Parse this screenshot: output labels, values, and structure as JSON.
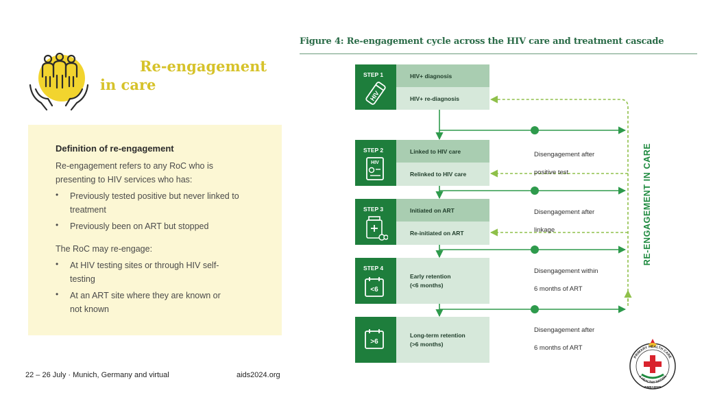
{
  "heading": {
    "line1": "Re-engagement",
    "line2": "in care"
  },
  "definition": {
    "title": "Definition of re-engagement",
    "intro_line1": "Re-engagement refers to any RoC who is",
    "intro_line2": "presenting to HIV services who has:",
    "bullets1": [
      {
        "line1": "Previously tested positive but never linked to",
        "line2": "treatment"
      },
      {
        "line1": "Previously been on ART but stopped",
        "line2": ""
      }
    ],
    "reengage_intro": "The RoC may re-engage:",
    "bullets2": [
      {
        "line1": "At HIV testing sites or through HIV self-",
        "line2": "testing"
      },
      {
        "line1": "At an ART site where they are known or",
        "line2": "not known"
      }
    ],
    "bullet_char": "•"
  },
  "footer": {
    "event": "22 – 26 July · Munich, Germany and virtual",
    "site": "aids2024.org"
  },
  "figure": {
    "title": "Figure 4: Re-engagement cycle across the HIV care and treatment cascade",
    "steps": [
      {
        "label": "STEP 1",
        "top": "HIV+ diagnosis",
        "bottom": "HIV+ re-diagnosis",
        "icon": "hiv-test-kit-icon",
        "icon_text": "HIV"
      },
      {
        "label": "STEP 2",
        "top": "Linked to HIV care",
        "bottom": "Relinked to HIV care",
        "icon": "hiv-form-icon",
        "icon_text": "HIV"
      },
      {
        "label": "STEP 3",
        "top": "Initiated on ART",
        "bottom": "Re-initiated on ART",
        "icon": "pill-bottle-icon",
        "icon_text": ""
      },
      {
        "label": "STEP 4",
        "top": "Early retention",
        "top2": "(<6 months)",
        "icon": "calendar-icon",
        "icon_text": "<6"
      },
      {
        "label": "",
        "top": "Long-term retention",
        "top2": "(>6 months)",
        "icon": "calendar-icon",
        "icon_text": ">6"
      }
    ],
    "disengagements": [
      {
        "line1": "Disengagement after",
        "line2": "positive test"
      },
      {
        "line1": "Disengagement after",
        "line2": "linkage"
      },
      {
        "line1": "Disengagement within",
        "line2": "6 months of ART"
      },
      {
        "line1": "Disengagement after",
        "line2": "6 months of ART"
      }
    ],
    "side_label": "RE-ENGAGEMENT IN CARE"
  },
  "emblem": {
    "top_text": "PRIMARY HEALTH CARE",
    "mid_text": "A HEALTHY NATION",
    "bottom_text": "ZIMBABWE"
  },
  "colors": {
    "heading": "#d6c22a",
    "step_dark": "#1e7e3c",
    "row_top": "#a9cdb1",
    "row_bottom": "#d6e8da",
    "flow_line": "#2e9a4c",
    "dashed": "#8fc04a",
    "defbox": "#fcf7d4"
  }
}
